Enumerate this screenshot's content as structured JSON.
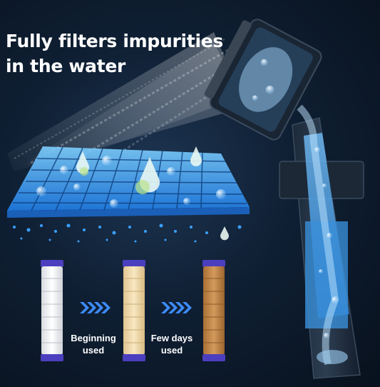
{
  "headline": {
    "line1": "Fully filters impurities",
    "line2": "in the water"
  },
  "stages": [
    {
      "name": "new-filter",
      "color": "#f3f4f6"
    },
    {
      "name": "beginning-used-filter",
      "color": "#f2ddb0"
    },
    {
      "name": "few-days-used-filter",
      "color": "#c08a4e"
    }
  ],
  "captions": {
    "beginning_line1": "Beginning",
    "beginning_line2": "used",
    "few_days_line1": "Few days",
    "few_days_line2": "used"
  },
  "colors": {
    "accent_blue": "#2f8fff",
    "mesh_blue": "#3aa0ff",
    "cap_purple": "#4b3fbf",
    "arrow_blue": "#3d8cff"
  }
}
